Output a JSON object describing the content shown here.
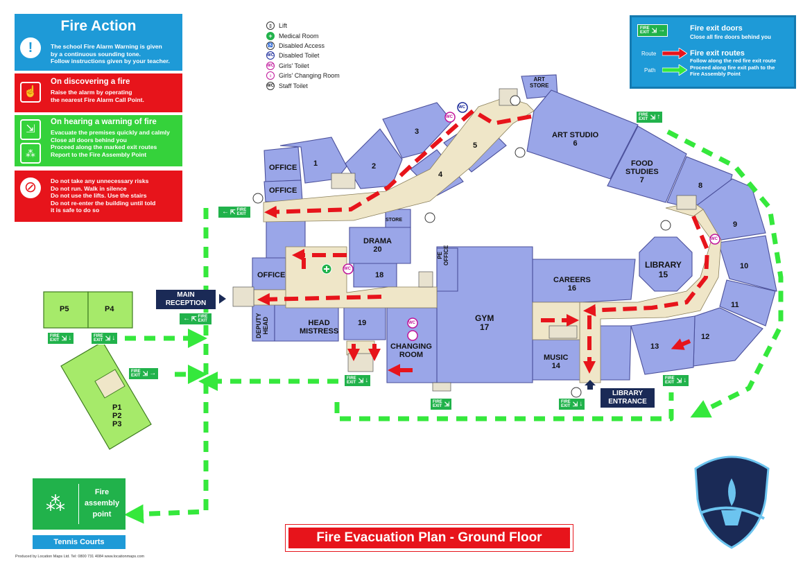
{
  "fire_action": {
    "title": "Fire Action",
    "intro": [
      "The school Fire Alarm Warning is given",
      "by a continuous sounding tone.",
      "Follow instructions given by your teacher."
    ],
    "discover_heading": "On discovering a fire",
    "discover_lines": [
      "Raise the alarm by operating",
      "the nearest Fire Alarm Call Point."
    ],
    "warning_heading": "On hearing a warning of fire",
    "warning_lines": [
      "Evacuate the premises quickly and calmly",
      "Close all doors behind you",
      "Proceed along the marked exit routes",
      "Report to the Fire Assembly Point"
    ],
    "donot_lines": [
      "Do not take any unnecessary risks",
      "Do not run. Walk in silence",
      "Do not use the lifts. Use the stairs",
      "Do not re-enter the building until told",
      "it is safe to do so"
    ]
  },
  "legend": {
    "items": [
      {
        "symbol": "▯",
        "label": "Lift"
      },
      {
        "symbol": "+",
        "label": "Medical Room"
      },
      {
        "symbol": "♿",
        "label": "Disabled Access"
      },
      {
        "symbol": "WC",
        "label": "Disabled Toilet"
      },
      {
        "symbol": "WC",
        "label": "Girls' Toilet"
      },
      {
        "symbol": "♀",
        "label": "Girls' Changing Room"
      },
      {
        "symbol": "WC",
        "label": "Staff Toilet"
      }
    ]
  },
  "key": {
    "exit_doors_title": "Fire exit doors",
    "exit_doors_desc": "Close all fire doors behind you",
    "route_label": "Route",
    "path_label": "Path",
    "routes_title": "Fire exit routes",
    "routes_lines": [
      "Follow along the red fire exit route",
      "Proceed along fire exit path to the",
      "Fire Assembly Point"
    ]
  },
  "exit_sign": {
    "word1": "FIRE",
    "word2": "EXIT"
  },
  "rooms": {
    "office1": "OFFICE",
    "office2": "OFFICE",
    "office3": "OFFICE",
    "r1": "1",
    "r2": "2",
    "r3": "3",
    "r4": "4",
    "r5": "5",
    "art_store": [
      "ART",
      "STORE"
    ],
    "art_studio": [
      "ART STUDIO",
      "6"
    ],
    "food": [
      "FOOD",
      "STUDIES",
      "7"
    ],
    "r8": "8",
    "r9": "9",
    "r10": "10",
    "r11": "11",
    "r12": "12",
    "r13": "13",
    "library": [
      "LIBRARY",
      "15"
    ],
    "careers": [
      "CAREERS",
      "16"
    ],
    "gym": [
      "GYM",
      "17"
    ],
    "music": [
      "MUSIC",
      "14"
    ],
    "drama": [
      "DRAMA",
      "20"
    ],
    "store": "STORE",
    "r18": "18",
    "r19": "19",
    "pe_office": [
      "PE",
      "OFFICE"
    ],
    "changing": [
      "CHANGING",
      "ROOM"
    ],
    "head_mistress": [
      "HEAD",
      "MISTRESS"
    ],
    "deputy_head": [
      "DEPUTY",
      "HEAD"
    ],
    "p5": "P5",
    "p4": "P4",
    "p123": [
      "P1",
      "P2",
      "P3"
    ],
    "wc": "WC"
  },
  "main_reception": [
    "MAIN",
    "RECEPTION"
  ],
  "library_entrance": [
    "LIBRARY",
    "ENTRANCE"
  ],
  "assembly": {
    "label": [
      "Fire",
      "assembly",
      "point"
    ],
    "location": "Tennis Courts"
  },
  "plan_title": "Fire Evacuation Plan - Ground Floor",
  "credit": "Produced by Location Maps Ltd. Tel: 0800 731 4084 www.locationmaps.com",
  "colors": {
    "room_fill": "#9aa6e8",
    "room_stroke": "#4a4f9a",
    "corridor": "#efe6c8",
    "route_red": "#e7141b",
    "path_green": "#35e83c",
    "sign_green": "#21b24b",
    "panel_blue": "#1e9ad7",
    "panel_red": "#e7141b",
    "panel_green": "#35d23b",
    "portable_green": "#a6ea6a",
    "navy": "#1a2a56"
  }
}
